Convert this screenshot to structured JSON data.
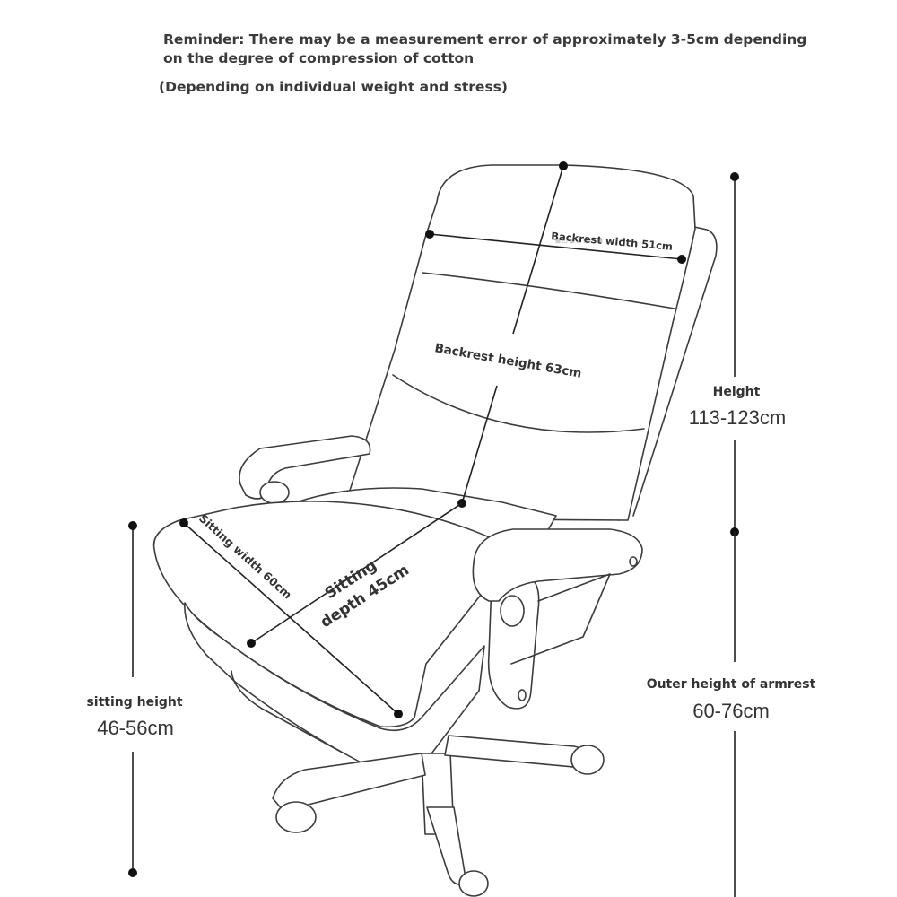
{
  "header": {
    "reminder": "Reminder: There may be a measurement error of approximately 3-5cm depending on the degree of compression of cotton",
    "note": "(Depending on individual weight and stress)"
  },
  "dimensions": {
    "backrest_width": "Backrest width 51cm",
    "backrest_height": "Backrest height 63cm",
    "sitting_width": "Sitting width 60cm",
    "sitting_depth_line1": "Sitting",
    "sitting_depth_line2": "depth 45cm",
    "height_label": "Height",
    "height_value": "113-123cm",
    "armrest_label": "Outer height of armrest",
    "armrest_value": "60-76cm",
    "sitting_height_label": "sitting height",
    "sitting_height_value": "46-56cm"
  }
}
